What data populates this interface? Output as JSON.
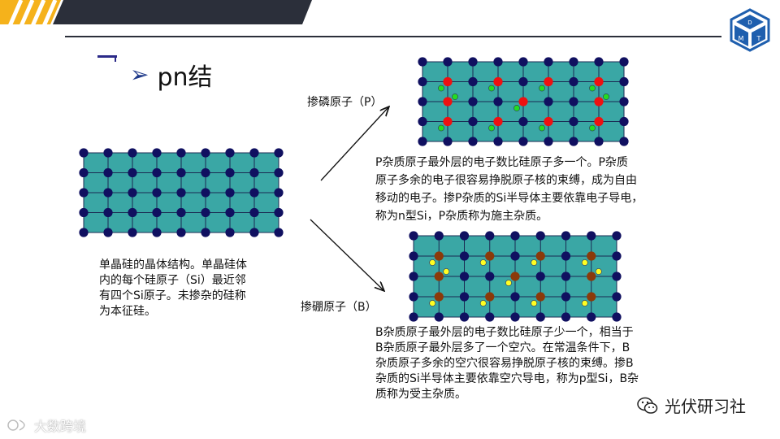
{
  "header": {
    "colors": {
      "accent": "#f5b21b",
      "dark": "#2b2f3a",
      "logo": "#1f5fae"
    },
    "logo_icon": "cube-logo-icon"
  },
  "title": {
    "arrow_icon": "arrow-bullet-icon",
    "text": "pn结"
  },
  "lattice": {
    "colors": {
      "fill": "#3aa7a5",
      "grid": "#1a2a52",
      "atom": "#101060"
    },
    "si": {
      "rows": 5,
      "cols": 9
    },
    "p_doped": {
      "rows": 5,
      "cols": 9,
      "dopant_color": "#ee1111",
      "electron_color": "#22dd22"
    },
    "b_doped": {
      "rows": 5,
      "cols": 9,
      "dopant_color": "#8b3a0a",
      "hole_color": "#ffff22"
    }
  },
  "labels": {
    "p_doping": "掺磷原子（P）",
    "b_doping": "掺硼原子（B）"
  },
  "si_description": [
    "单晶硅的晶体结构。单晶硅体",
    "内的每个硅原子（Si）最近邻",
    "有四个Si原子。未掺杂的硅称",
    "为本征硅。"
  ],
  "p_description": [
    "P杂质原子最外层的电子数比硅原子多一个。P杂质",
    "原子多余的电子很容易挣脱原子核的束缚，成为自由",
    "移动的电子。掺P杂质的Si半导体主要依靠电子导电，",
    "称为n型Si，P杂质称为施主杂质。"
  ],
  "b_description": [
    "B杂质原子最外层的电子数比硅原子少一个，相当于",
    "B杂质原子最外层多了一个空穴。在常温条件下，B",
    "杂质原子多余的空穴很容易挣脱原子核的束缚。掺B",
    "杂质的Si半导体主要依靠空穴导电，称为p型Si，B杂",
    "质称为受主杂质。"
  ],
  "footer": {
    "wechat_icon": "wechat-icon",
    "wechat_text": "光伏研习社",
    "watermark_icon": "watermark-logo-icon",
    "watermark_text": "大数跨境"
  }
}
